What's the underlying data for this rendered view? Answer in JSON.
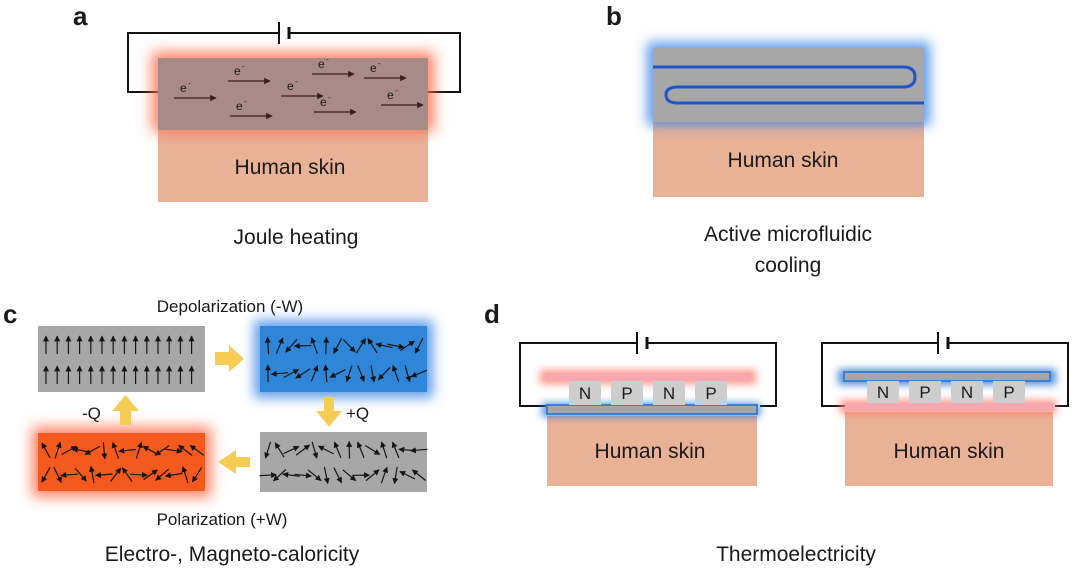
{
  "panels": {
    "a": {
      "label": "a",
      "caption": "Joule heating",
      "skin_label": "Human skin",
      "electron_label": "e",
      "electron_sup": "-"
    },
    "b": {
      "label": "b",
      "caption_line1": "Active microfluidic",
      "caption_line2": "cooling",
      "skin_label": "Human skin"
    },
    "c": {
      "label": "c",
      "caption": "Electro-, Magneto-caloricity",
      "depolarization_label": "Depolarization (-W)",
      "polarization_label": "Polarization (+W)",
      "heat_out_label": "-Q",
      "heat_in_label": "+Q"
    },
    "d": {
      "label": "d",
      "caption": "Thermoelectricity",
      "left_skin_label": "Human skin",
      "right_skin_label": "Human skin",
      "left_legs": [
        "N",
        "P",
        "N",
        "P"
      ],
      "right_legs": [
        "N",
        "P",
        "N",
        "P"
      ]
    }
  },
  "colors": {
    "skin": "#e9b196",
    "heater_film": "#a88a86",
    "hot_glow": "#ff6a4a",
    "cold_glow": "#3a86e8",
    "channel": "#1f55c8",
    "gray_block": "#a7a7a7",
    "blue_block": "#2f86d8",
    "orange_block": "#f4591e",
    "arrow_yellow": "#f7cc55",
    "hot_plate": "#f7a7ad",
    "cold_plate": "#3a7fd6",
    "leg_fill": "#cdcdcd"
  }
}
